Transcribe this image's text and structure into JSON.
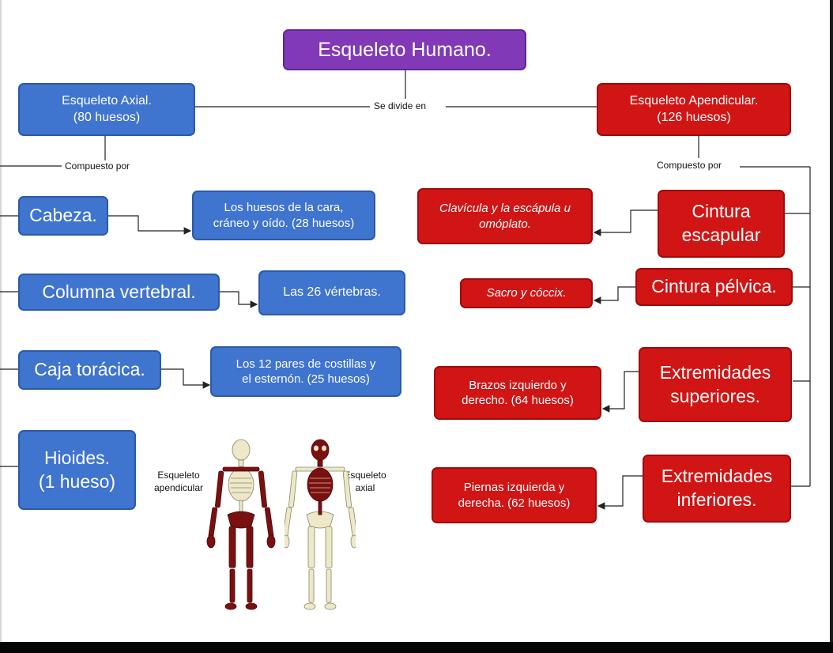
{
  "title": "Esqueleto Humano.",
  "connector_divide": "Se divide en",
  "axial": {
    "title": "Esqueleto Axial.\n(80 huesos)",
    "connector": "Compuesto por",
    "parts": [
      {
        "label": "Cabeza.",
        "detail": "Los huesos de la cara,\ncráneo y oído. (28 huesos)"
      },
      {
        "label": "Columna vertebral.",
        "detail": "Las 26 vértebras."
      },
      {
        "label": "Caja torácica.",
        "detail": "Los 12 pares de costillas y\nel esternón. (25 huesos)"
      },
      {
        "label": "Hioides.\n(1 hueso)"
      }
    ]
  },
  "appendicular": {
    "title": "Esqueleto Apendicular.\n(126 huesos)",
    "connector": "Compuesto por",
    "parts": [
      {
        "label": "Cintura\nescapular",
        "detail": "Clavícula y la escápula u\nomóplato."
      },
      {
        "label": "Cintura pélvica.",
        "detail": "Sacro y cóccix."
      },
      {
        "label": "Extremidades\nsuperiores.",
        "detail": "Brazos izquierdo y\nderecho. (64 huesos)"
      },
      {
        "label": "Extremidades\ninferiores.",
        "detail": "Piernas izquierda y\nderecha. (62 huesos)"
      }
    ]
  },
  "figure": {
    "label_left": "Esqueleto\napendicular",
    "label_right": "Esqueleto\naxial"
  },
  "colors": {
    "title": "#8139b8",
    "axial": "#3f74cf",
    "appendicular": "#d11414",
    "bone_highlight": "#7a1010",
    "bone_plain": "#ece8c8"
  }
}
